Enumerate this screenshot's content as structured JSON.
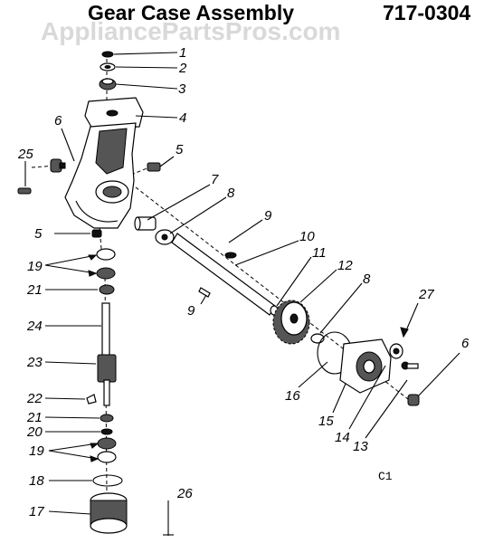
{
  "title": {
    "main": "Gear Case Assembly",
    "model": "717-0304",
    "watermark": "AppliancePartsPros.com"
  },
  "code": "C1",
  "callouts": [
    "1",
    "2",
    "3",
    "4",
    "5",
    "6",
    "25",
    "5",
    "7",
    "8",
    "9",
    "10",
    "11",
    "12",
    "8",
    "9",
    "19",
    "21",
    "24",
    "23",
    "22",
    "21",
    "20",
    "19",
    "18",
    "17",
    "26",
    "27",
    "6",
    "16",
    "15",
    "14",
    "13"
  ]
}
